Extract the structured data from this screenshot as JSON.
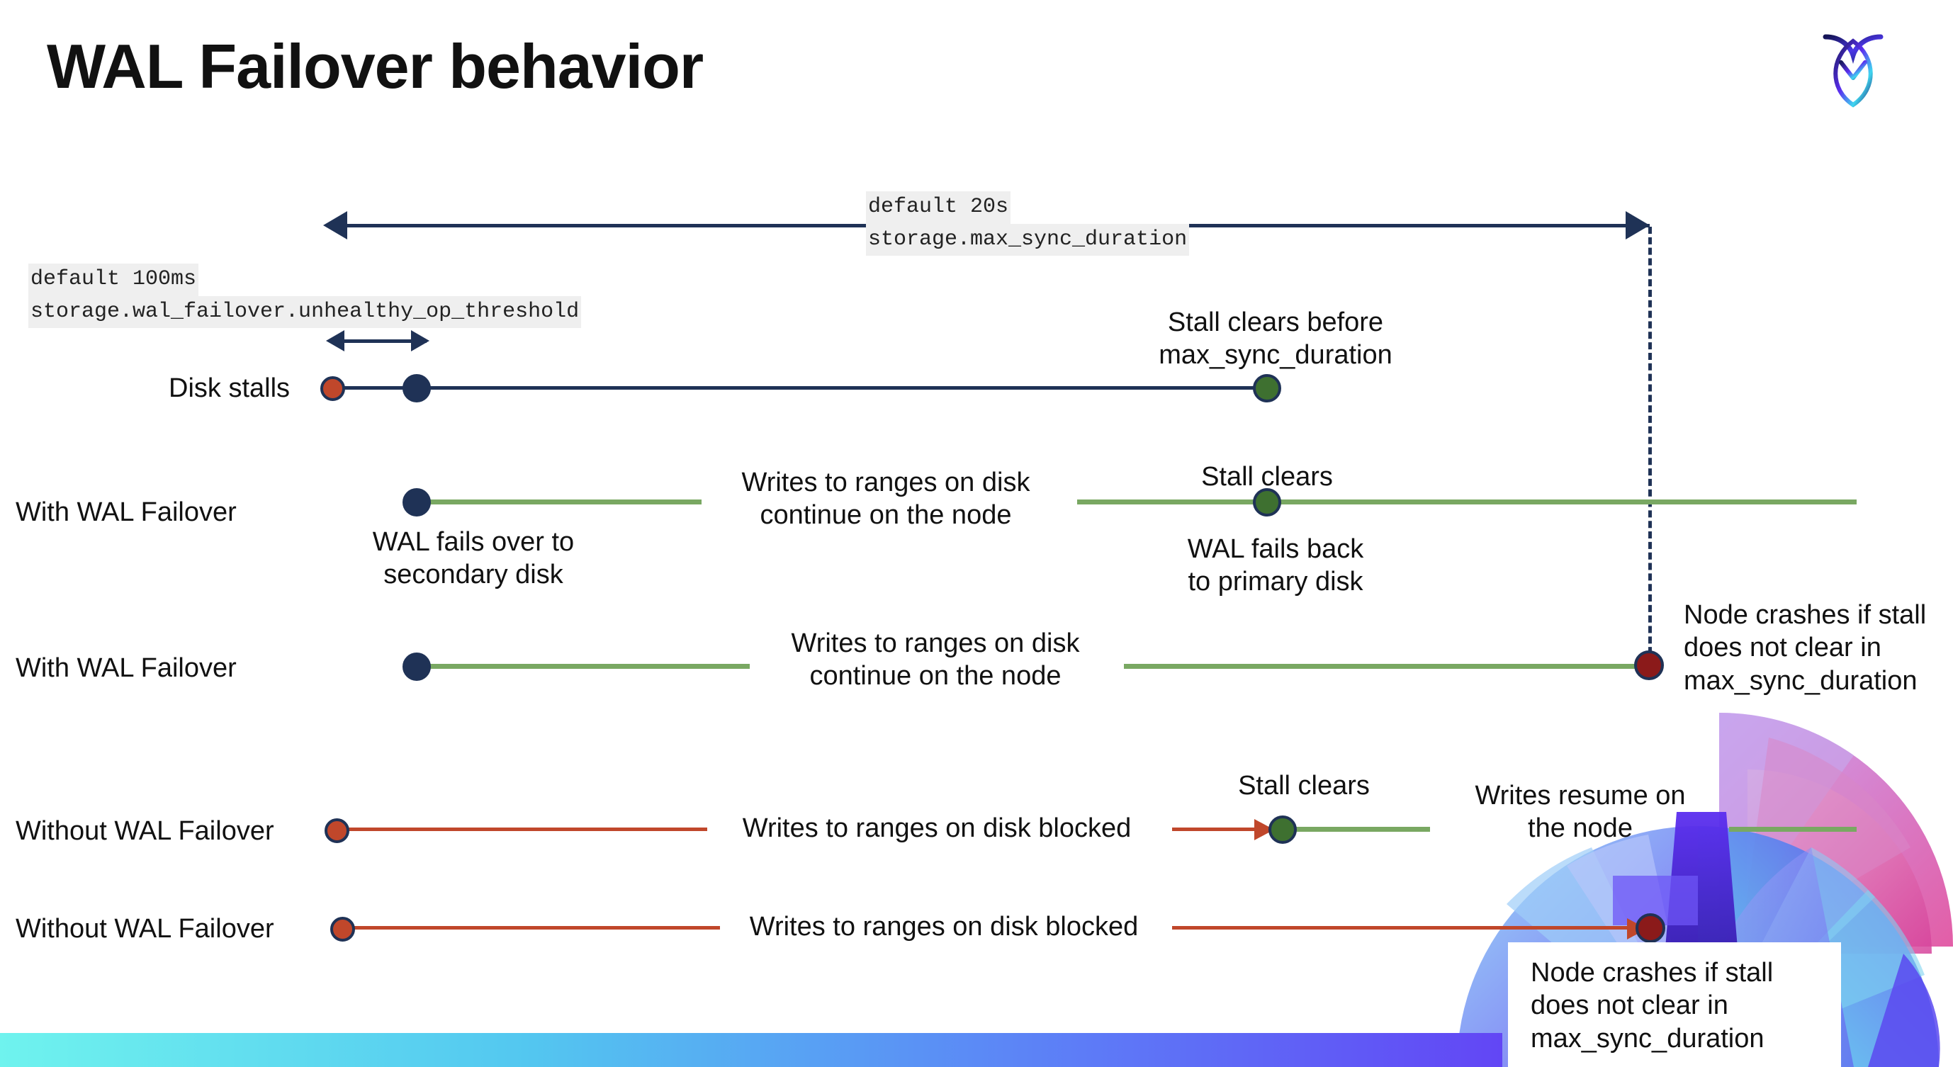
{
  "slide": {
    "title": "WAL Failover behavior",
    "logo_icon": "cockroach-labs-logo-icon",
    "accent_colors": {
      "navy": "#1f3256",
      "green": "#79a862",
      "green_marker": "#3e7030",
      "orange": "#c0472b",
      "dark_red": "#8b1a1a",
      "code_bg": "#efefef"
    }
  },
  "settings": {
    "max_sync_duration": {
      "default_label": "default 20s",
      "setting_name": "storage.max_sync_duration"
    },
    "unhealthy_op_threshold": {
      "default_label": "default 100ms",
      "setting_name": "storage.wal_failover.unhealthy_op_threshold"
    }
  },
  "rows": [
    {
      "label": "Disk stalls",
      "annotations": [
        "Stall clears before\nmax_sync_duration"
      ]
    },
    {
      "label": "With WAL Failover",
      "annotations": [
        "Writes to ranges on disk\ncontinue on the node",
        "Stall clears",
        "WAL fails over to\nsecondary disk",
        "WAL fails  back\nto primary disk"
      ]
    },
    {
      "label": "With WAL Failover",
      "annotations": [
        "Writes to ranges on disk\ncontinue on the node",
        "Node crashes if stall\ndoes not clear in\nmax_sync_duration"
      ]
    },
    {
      "label": "Without WAL Failover",
      "annotations": [
        "Writes to ranges on disk  blocked",
        "Stall clears",
        "Writes resume on\nthe node"
      ]
    },
    {
      "label": "Without WAL Failover",
      "annotations": [
        "Writes to ranges on disk  blocked",
        "Node crashes if stall\ndoes not clear in\nmax_sync_duration"
      ]
    }
  ]
}
